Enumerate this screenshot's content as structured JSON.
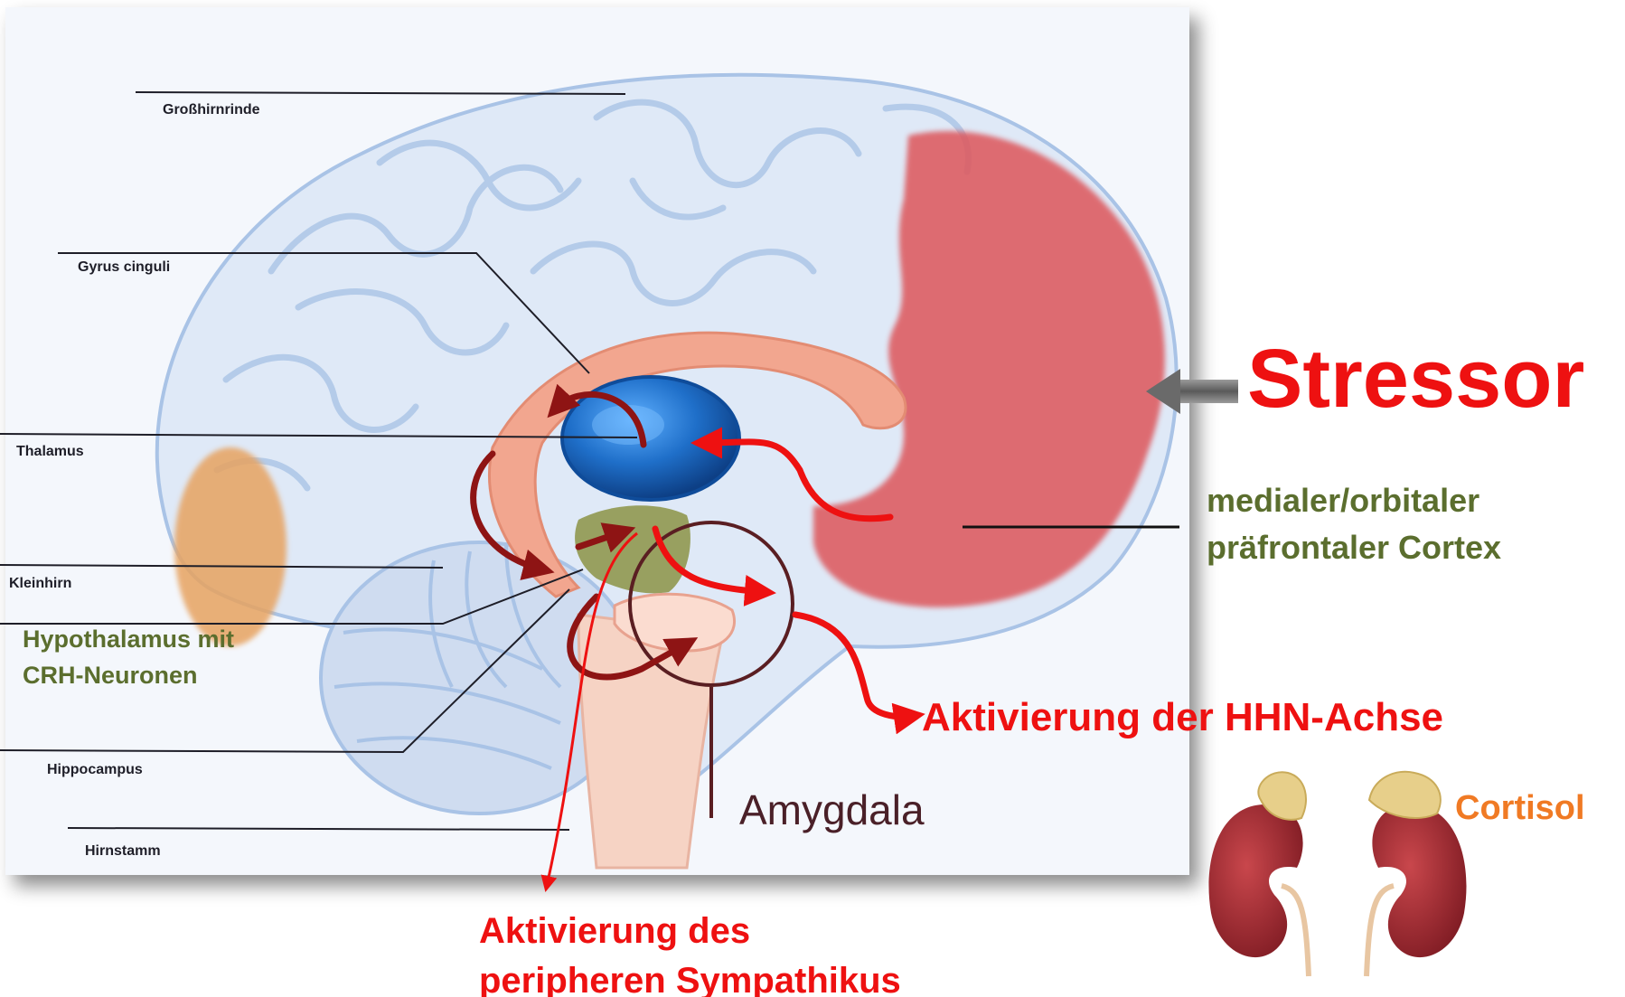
{
  "labels": {
    "grosshirnrinde": "Großhirnrinde",
    "gyrus_cinguli": "Gyrus cinguli",
    "thalamus": "Thalamus",
    "kleinhirn": "Kleinhirn",
    "hypothalamus_line1": "Hypothalamus mit",
    "hypothalamus_line2": "CRH-Neuronen",
    "hippocampus": "Hippocampus",
    "hirnstamm": "Hirnstamm",
    "amygdala": "Amygdala",
    "stressor": "Stressor",
    "cortex_line1": "medialer/orbitaler",
    "cortex_line2": "präfrontaler Cortex",
    "hhn_activation": "Aktivierung der HHN-Achse",
    "sympathikus_line1": "Aktivierung des",
    "sympathikus_line2": "peripheren Sympathikus",
    "cortisol": "Cortisol"
  },
  "colors": {
    "brain_fill": "#dfe9f7",
    "brain_outline": "#a9c3e6",
    "prefrontal_red": "#dd5a5e",
    "thalamus_blue": "#1f6fc9",
    "hypothalamus_green": "#98a060",
    "cingulate_salmon": "#f2a68f",
    "occipital_orange": "#e7a360",
    "arrow_red": "#ee1111",
    "arrow_darkred": "#8e1414",
    "text_green": "#5b6e2e",
    "text_orange": "#f07a24",
    "kidney": "#a32c33",
    "adrenal": "#e7cf8a"
  }
}
